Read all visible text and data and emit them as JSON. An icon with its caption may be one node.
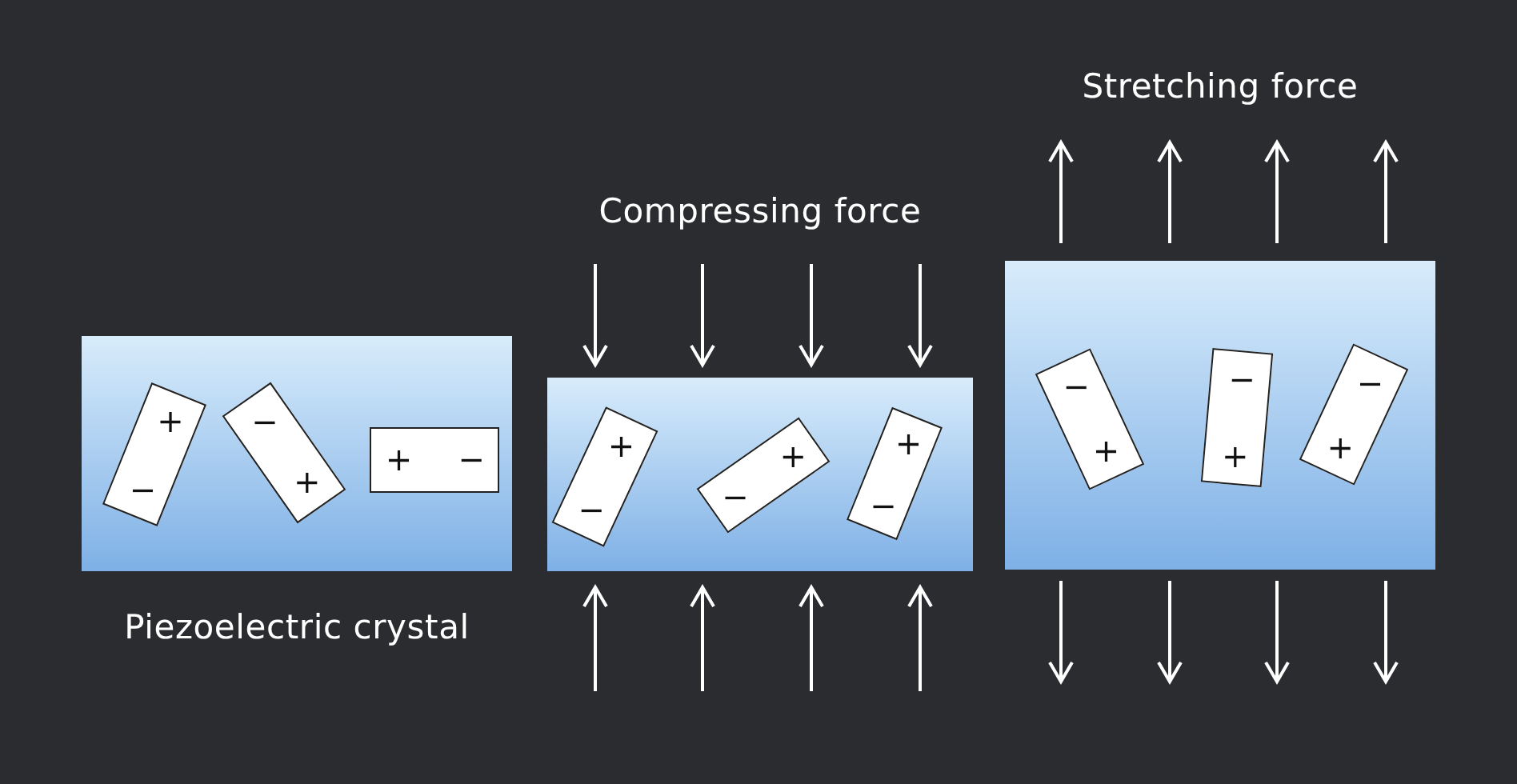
{
  "diagram": {
    "nodes": [
      {
        "text": [
          "Piezoelectric crystal"
        ]
      },
      {
        "text": [
          "+",
          "−"
        ],
        "in": 0
      },
      {
        "text": [
          "−",
          "+"
        ],
        "in": 0
      },
      {
        "text": [
          "+",
          "−"
        ],
        "in": 0
      },
      {
        "text": [
          "Compressing force"
        ]
      },
      {
        "text": [
          "+",
          "−"
        ],
        "in": 4
      },
      {
        "text": [
          "+",
          "−"
        ],
        "in": 4
      },
      {
        "text": [
          "+",
          "−"
        ],
        "in": 4
      },
      {
        "text": [
          "Stretching force"
        ]
      },
      {
        "text": [
          "−",
          "+"
        ],
        "in": 8
      },
      {
        "text": [
          "−",
          "+"
        ],
        "in": 8
      },
      {
        "text": [
          "−",
          "+"
        ],
        "in": 8
      }
    ]
  }
}
